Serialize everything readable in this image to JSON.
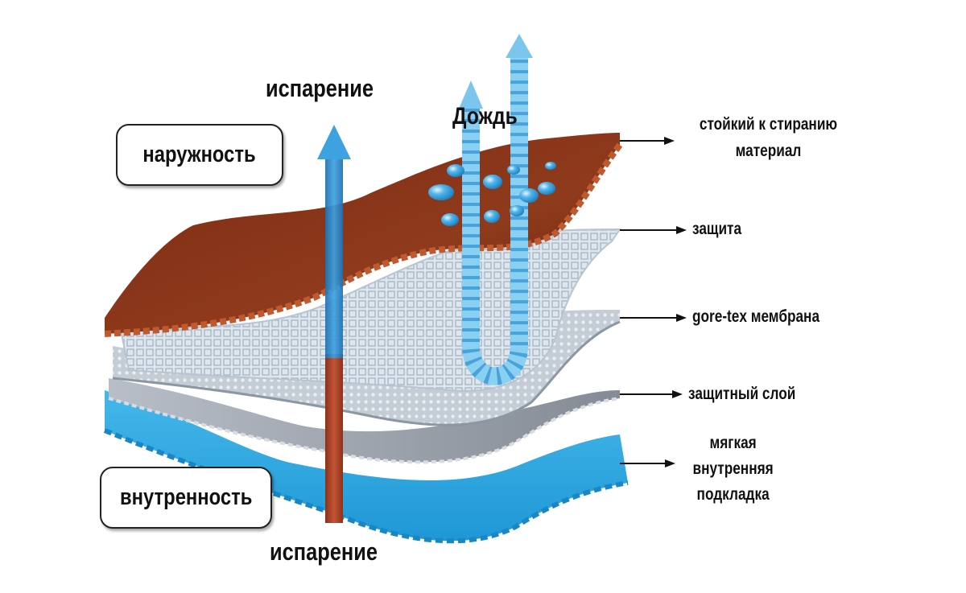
{
  "diagram": {
    "evaporation_top": "испарение",
    "evaporation_bottom": "испарение",
    "rain": "Дождь",
    "outside": "наружность",
    "inside": "внутренность",
    "layers": [
      {
        "id": "abrasion",
        "label": "стойкий к стиранию материал",
        "line1": "стойкий к стиранию",
        "line2": "материал",
        "color": "#8a3318"
      },
      {
        "id": "protection",
        "label": "защита",
        "color": "#c9d4df"
      },
      {
        "id": "membrane",
        "label": "gore-tex мембрана",
        "color": "#b8c3cf"
      },
      {
        "id": "protective-layer",
        "label": "защитный слой",
        "color": "#9aa0aa"
      },
      {
        "id": "lining",
        "label": "мягкая внутренняя подкладка",
        "line1": "мягкая",
        "line2": "внутренняя",
        "line3": "подкладка",
        "color": "#2fa8df"
      }
    ],
    "colors": {
      "evaporation_arrow_top": "#2e8fd0",
      "evaporation_arrow_bottom": "#a8412a",
      "rain_arrow": "#7cc6ee",
      "droplet": "#3aa6e0"
    }
  }
}
